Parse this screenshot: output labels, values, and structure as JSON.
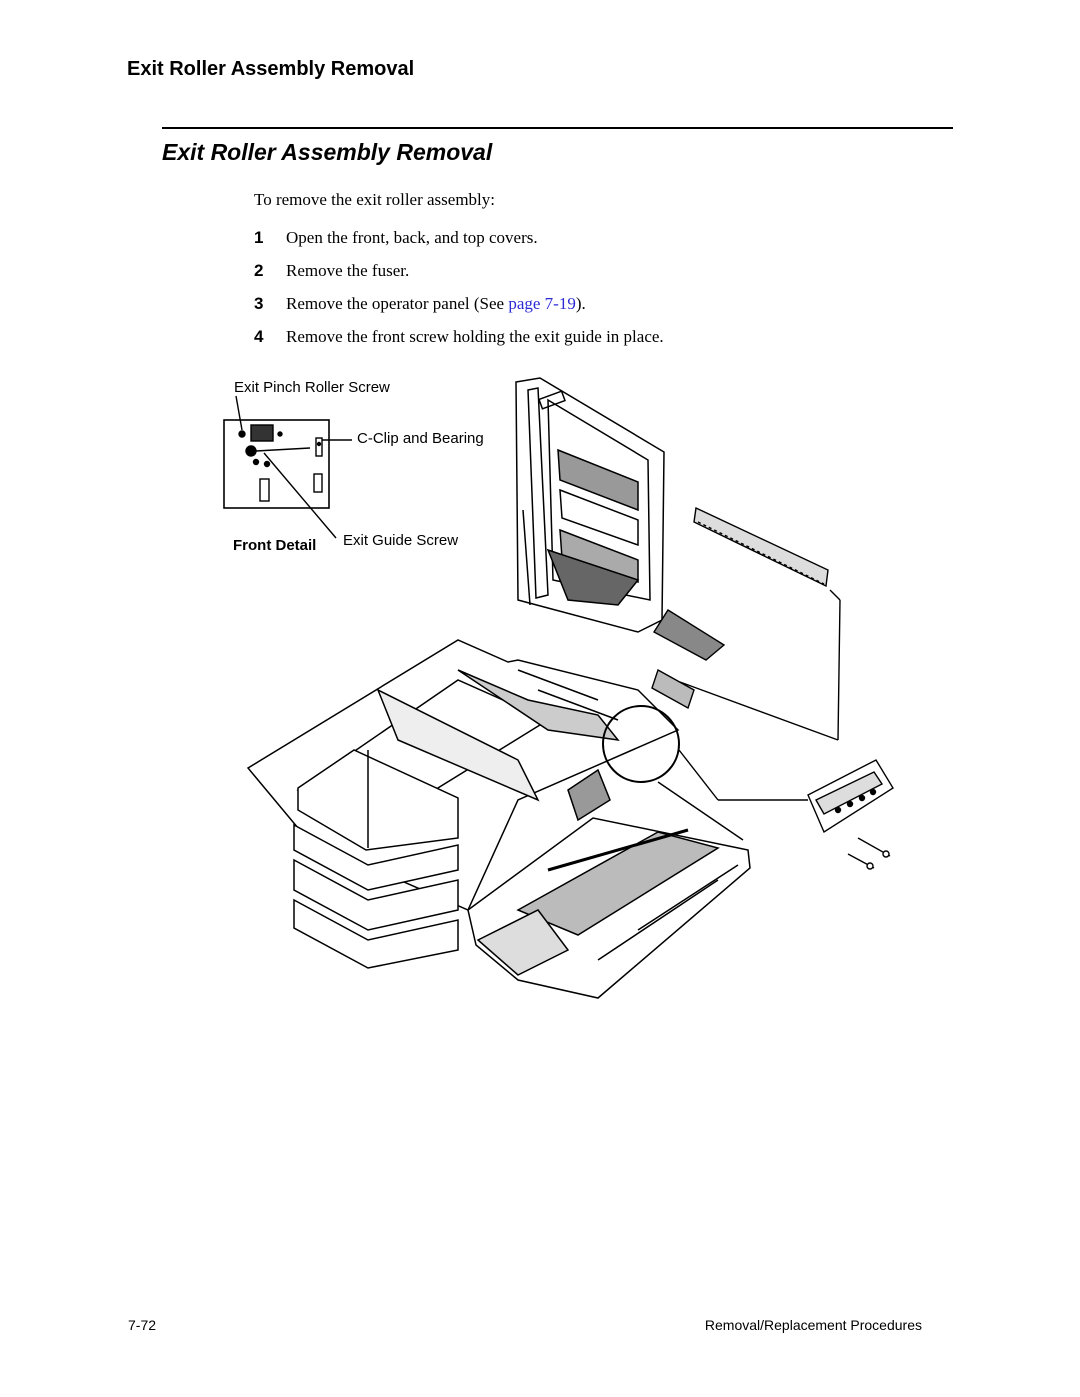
{
  "running_head": "Exit Roller Assembly Removal",
  "section_title": "Exit Roller Assembly Removal",
  "intro": "To remove the exit roller assembly:",
  "steps": [
    {
      "num": "1",
      "text": "Open the front, back, and top covers."
    },
    {
      "num": "2",
      "text": "Remove the fuser."
    },
    {
      "num": "3",
      "text_before": "Remove the operator panel (See ",
      "link": "page 7-19",
      "text_after": ")."
    },
    {
      "num": "4",
      "text": "Remove the front screw holding the exit guide in place."
    }
  ],
  "figure": {
    "labels": {
      "exit_pinch": "Exit Pinch Roller Screw",
      "c_clip": "C-Clip and Bearing",
      "front_detail": "Front Detail",
      "exit_guide": "Exit Guide Screw"
    }
  },
  "footer": {
    "page_number": "7-72",
    "section": "Removal/Replacement Procedures"
  },
  "colors": {
    "link": "#2b2bd6"
  }
}
